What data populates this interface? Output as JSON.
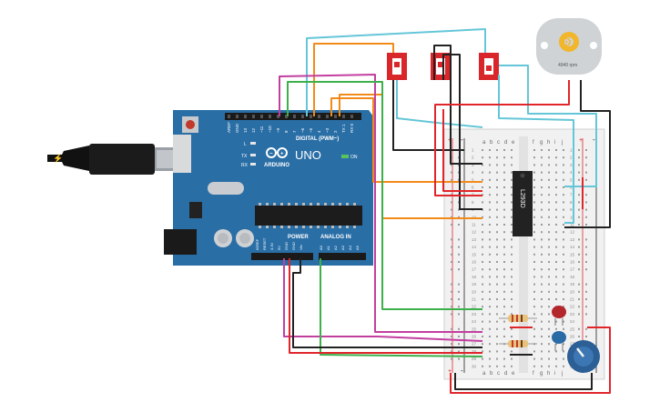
{
  "arduino": {
    "brand": "ARDUINO",
    "model": "UNO",
    "digital_label": "DIGITAL (PWM~)",
    "power_label": "POWER",
    "analog_label": "ANALOG IN",
    "led_labels": [
      "L",
      "TX",
      "RX"
    ],
    "on_label": "ON",
    "header_top_pins": [
      "AREF",
      "GND",
      "13",
      "12",
      "~11",
      "~10",
      "~9",
      "8",
      "7",
      "~6",
      "~5",
      "4",
      "~3",
      "2",
      "TX 1",
      "RX 0"
    ],
    "header_power_pins": [
      "IOREF",
      "RESET",
      "3.3V",
      "5V",
      "GND",
      "GND",
      "Vin"
    ],
    "header_analog_pins": [
      "A0",
      "A1",
      "A2",
      "A3",
      "A4",
      "A5"
    ]
  },
  "breadboard": {
    "col_labels_left": [
      "a",
      "b",
      "c",
      "d",
      "e"
    ],
    "col_labels_right": [
      "f",
      "g",
      "h",
      "i",
      "j"
    ],
    "rail_plus": "+",
    "rail_minus": "-",
    "row_labels": [
      "1",
      "2",
      "3",
      "4",
      "5",
      "6",
      "7",
      "8",
      "9",
      "10",
      "11",
      "12",
      "13",
      "14",
      "15",
      "16",
      "17",
      "18",
      "19",
      "20",
      "21",
      "22",
      "23",
      "24",
      "25",
      "26",
      "27",
      "28",
      "29",
      "30"
    ]
  },
  "chip": {
    "label": "L293D"
  },
  "motor": {
    "label": "4940 rpm"
  },
  "colors": {
    "board_blue": "#2a6ea6",
    "wire_red": "#e0262b",
    "wire_black": "#222222",
    "wire_orange": "#f28a1a",
    "wire_green": "#3cb04a",
    "wire_magenta": "#c23fa0",
    "wire_cyan": "#64c6d8",
    "switch_red": "#d9262b",
    "pot_blue": "#2c5f95"
  }
}
